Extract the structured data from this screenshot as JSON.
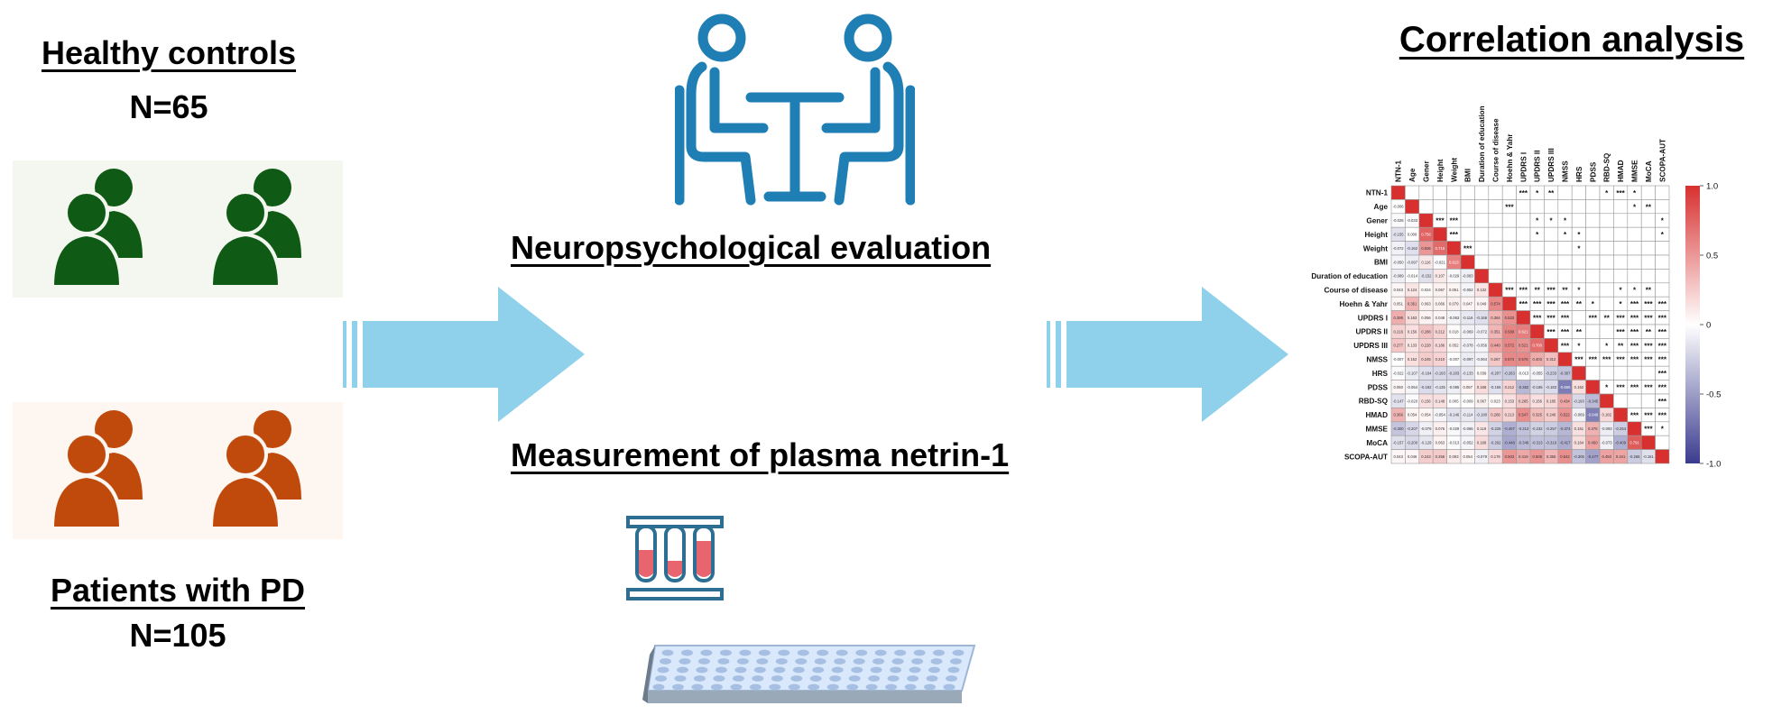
{
  "left": {
    "healthy": {
      "title": "Healthy controls",
      "count": "N=65"
    },
    "patients": {
      "title": "Patients with PD",
      "count": "N=105"
    }
  },
  "middle": {
    "neuro_title": "Neuropsychological evaluation",
    "measure_title": "Measurement of plasma netrin-1"
  },
  "right": {
    "title": "Correlation analysis",
    "variables": [
      "NTN-1",
      "Age",
      "Gener",
      "Height",
      "Weight",
      "BMI",
      "Duration of education",
      "Course of disease",
      "Hoehn & Yahr",
      "UPDRS I",
      "UPDRS II",
      "UPDRS III",
      "NMSS",
      "HRS",
      "PDSS",
      "RBD-SQ",
      "HMAD",
      "MMSE",
      "MoCA",
      "SCOPA-AUT"
    ],
    "colorbar_ticks": [
      "1.0",
      "0.5",
      "0",
      "-0.5",
      "-1.0"
    ]
  },
  "chart_data": {
    "type": "heatmap",
    "title": "Correlation analysis",
    "x": [
      "NTN-1",
      "Age",
      "Gener",
      "Height",
      "Weight",
      "BMI",
      "Duration of education",
      "Course of disease",
      "Hoehn & Yahr",
      "UPDRS I",
      "UPDRS II",
      "UPDRS III",
      "NMSS",
      "HRS",
      "PDSS",
      "RBD-SQ",
      "HMAD",
      "MMSE",
      "MoCA",
      "SCOPA-AUT"
    ],
    "y": [
      "NTN-1",
      "Age",
      "Gener",
      "Height",
      "Weight",
      "BMI",
      "Duration of education",
      "Course of disease",
      "Hoehn & Yahr",
      "UPDRS I",
      "UPDRS II",
      "UPDRS III",
      "NMSS",
      "HRS",
      "PDSS",
      "RBD-SQ",
      "HMAD",
      "MMSE",
      "MoCA",
      "SCOPA-AUT"
    ],
    "value_range": [
      -1.0,
      1.0
    ],
    "colorbar_ticks": [
      1.0,
      0.5,
      0,
      -0.5,
      -1.0
    ],
    "colors": {
      "positive": "#d7302f",
      "neutral": "#ffffff",
      "negative": "#3b3b8f"
    },
    "lower_triangle_values": [
      [],
      [
        -0.006
      ],
      [
        -0.025,
        -0.033
      ],
      [
        -0.155,
        0.009,
        0.756
      ],
      [
        -0.072,
        -0.162,
        0.506,
        0.716
      ],
      [
        -0.05,
        -0.097,
        0.116,
        -0.021,
        0.613
      ],
      [
        -0.089,
        -0.014,
        -0.152,
        0.107,
        -0.029,
        -0.083
      ],
      [
        0.043,
        0.124,
        0.024,
        0.067,
        0.051,
        -0.052,
        0.132
      ],
      [
        0.051,
        0.361,
        0.063,
        0.066,
        0.079,
        0.047,
        0.049,
        0.574
      ],
      [
        0.395,
        0.163,
        0.056,
        0.048,
        -0.063,
        -0.116,
        -0.166,
        0.364,
        0.533
      ],
      [
        0.216,
        0.156,
        0.288,
        0.212,
        0.018,
        -0.069,
        -0.072,
        0.351,
        0.589,
        0.621
      ],
      [
        0.277,
        0.133,
        0.228,
        0.186,
        0.052,
        -0.078,
        -0.056,
        0.44,
        0.572,
        0.521,
        0.7
      ],
      [
        -0.007,
        0.152,
        0.245,
        0.21,
        -0.007,
        -0.097,
        -0.064,
        0.267,
        0.574,
        0.576,
        0.403,
        0.312
      ],
      [
        -0.022,
        -0.107,
        -0.164,
        -0.193,
        -0.203,
        -0.133,
        0.039,
        -0.207,
        -0.263,
        -0.013,
        -0.055,
        -0.233,
        -0.307
      ],
      [
        0.05,
        -0.054,
        -0.182,
        -0.135,
        -0.085,
        0.057,
        0.168,
        -0.156,
        0.212,
        -0.362,
        -0.185,
        -0.183,
        -0.656,
        0.152
      ],
      [
        -0.147,
        -0.02,
        0.156,
        0.148,
        0.005,
        -0.009,
        0.067,
        0.023,
        0.153,
        0.265,
        0.156,
        0.185,
        0.434,
        -0.193,
        -0.345
      ],
      [
        0.366,
        0.054,
        0.054,
        -0.054,
        -0.146,
        -0.114,
        -0.18,
        0.266,
        0.213,
        0.547,
        0.325,
        0.246,
        0.522,
        -0.069,
        -0.649,
        0.182
      ],
      [
        -0.3,
        -0.207,
        -0.076,
        0.076,
        -0.029,
        -0.066,
        0.119,
        -0.226,
        -0.407,
        -0.313,
        -0.232,
        -0.257,
        -0.374,
        0.151,
        0.376,
        -0.093,
        -0.254
      ],
      [
        -0.157,
        -0.2,
        -0.129,
        0.063,
        -0.013,
        -0.052,
        0.168,
        -0.262,
        -0.448,
        -0.349,
        -0.313,
        -0.319,
        -0.417,
        0.164,
        0.45,
        -0.073,
        -0.409,
        0.791
      ],
      [
        0.043,
        0.046,
        0.243,
        0.256,
        0.093,
        0.054,
        -0.079,
        0.178,
        0.503,
        0.419,
        0.508,
        0.355,
        0.542,
        -0.305,
        -0.477,
        0.45,
        0.441,
        -0.266,
        -0.151
      ]
    ],
    "upper_triangle_significance": [
      {
        "row": "NTN-1",
        "col": "UPDRS I",
        "mark": "***"
      },
      {
        "row": "NTN-1",
        "col": "UPDRS II",
        "mark": "*"
      },
      {
        "row": "NTN-1",
        "col": "UPDRS III",
        "mark": "**"
      },
      {
        "row": "NTN-1",
        "col": "RBD-SQ",
        "mark": "*"
      },
      {
        "row": "NTN-1",
        "col": "HMAD",
        "mark": "***"
      },
      {
        "row": "NTN-1",
        "col": "MMSE",
        "mark": "*"
      },
      {
        "row": "Age",
        "col": "Hoehn & Yahr",
        "mark": "***"
      },
      {
        "row": "Age",
        "col": "MMSE",
        "mark": "*"
      },
      {
        "row": "Age",
        "col": "MoCA",
        "mark": "**"
      },
      {
        "row": "Gener",
        "col": "Height",
        "mark": "***"
      },
      {
        "row": "Gener",
        "col": "Weight",
        "mark": "***"
      },
      {
        "row": "Gener",
        "col": "UPDRS II",
        "mark": "*"
      },
      {
        "row": "Gener",
        "col": "UPDRS III",
        "mark": "*"
      },
      {
        "row": "Gener",
        "col": "NMSS",
        "mark": "*"
      },
      {
        "row": "Gener",
        "col": "SCOPA-AUT",
        "mark": "*"
      },
      {
        "row": "Height",
        "col": "Weight",
        "mark": "***"
      },
      {
        "row": "Height",
        "col": "UPDRS II",
        "mark": "*"
      },
      {
        "row": "Height",
        "col": "NMSS",
        "mark": "*"
      },
      {
        "row": "Height",
        "col": "HRS",
        "mark": "*"
      },
      {
        "row": "Height",
        "col": "SCOPA-AUT",
        "mark": "*"
      },
      {
        "row": "Weight",
        "col": "BMI",
        "mark": "***"
      },
      {
        "row": "Weight",
        "col": "HRS",
        "mark": "*"
      },
      {
        "row": "Course of disease",
        "col": "Hoehn & Yahr",
        "mark": "***"
      },
      {
        "row": "Course of disease",
        "col": "UPDRS I",
        "mark": "***"
      },
      {
        "row": "Course of disease",
        "col": "UPDRS II",
        "mark": "**"
      },
      {
        "row": "Course of disease",
        "col": "UPDRS III",
        "mark": "***"
      },
      {
        "row": "Course of disease",
        "col": "NMSS",
        "mark": "**"
      },
      {
        "row": "Course of disease",
        "col": "HRS",
        "mark": "*"
      },
      {
        "row": "Course of disease",
        "col": "HMAD",
        "mark": "*"
      },
      {
        "row": "Course of disease",
        "col": "MMSE",
        "mark": "*"
      },
      {
        "row": "Course of disease",
        "col": "MoCA",
        "mark": "**"
      },
      {
        "row": "Hoehn & Yahr",
        "col": "UPDRS I",
        "mark": "***"
      },
      {
        "row": "Hoehn & Yahr",
        "col": "UPDRS II",
        "mark": "***"
      },
      {
        "row": "Hoehn & Yahr",
        "col": "UPDRS III",
        "mark": "***"
      },
      {
        "row": "Hoehn & Yahr",
        "col": "NMSS",
        "mark": "***"
      },
      {
        "row": "Hoehn & Yahr",
        "col": "HRS",
        "mark": "**"
      },
      {
        "row": "Hoehn & Yahr",
        "col": "PDSS",
        "mark": "*"
      },
      {
        "row": "Hoehn & Yahr",
        "col": "HMAD",
        "mark": "*"
      },
      {
        "row": "Hoehn & Yahr",
        "col": "MMSE",
        "mark": "***"
      },
      {
        "row": "Hoehn & Yahr",
        "col": "MoCA",
        "mark": "***"
      },
      {
        "row": "Hoehn & Yahr",
        "col": "SCOPA-AUT",
        "mark": "***"
      },
      {
        "row": "UPDRS I",
        "col": "UPDRS II",
        "mark": "***"
      },
      {
        "row": "UPDRS I",
        "col": "UPDRS III",
        "mark": "***"
      },
      {
        "row": "UPDRS I",
        "col": "NMSS",
        "mark": "***"
      },
      {
        "row": "UPDRS I",
        "col": "PDSS",
        "mark": "***"
      },
      {
        "row": "UPDRS I",
        "col": "RBD-SQ",
        "mark": "**"
      },
      {
        "row": "UPDRS I",
        "col": "HMAD",
        "mark": "***"
      },
      {
        "row": "UPDRS I",
        "col": "MMSE",
        "mark": "***"
      },
      {
        "row": "UPDRS I",
        "col": "MoCA",
        "mark": "***"
      },
      {
        "row": "UPDRS I",
        "col": "SCOPA-AUT",
        "mark": "***"
      },
      {
        "row": "UPDRS II",
        "col": "UPDRS III",
        "mark": "***"
      },
      {
        "row": "UPDRS II",
        "col": "NMSS",
        "mark": "***"
      },
      {
        "row": "UPDRS II",
        "col": "HRS",
        "mark": "**"
      },
      {
        "row": "UPDRS II",
        "col": "HMAD",
        "mark": "***"
      },
      {
        "row": "UPDRS II",
        "col": "MMSE",
        "mark": "***"
      },
      {
        "row": "UPDRS II",
        "col": "MoCA",
        "mark": "**"
      },
      {
        "row": "UPDRS II",
        "col": "SCOPA-AUT",
        "mark": "***"
      },
      {
        "row": "UPDRS III",
        "col": "NMSS",
        "mark": "***"
      },
      {
        "row": "UPDRS III",
        "col": "HRS",
        "mark": "*"
      },
      {
        "row": "UPDRS III",
        "col": "RBD-SQ",
        "mark": "*"
      },
      {
        "row": "UPDRS III",
        "col": "HMAD",
        "mark": "**"
      },
      {
        "row": "UPDRS III",
        "col": "MMSE",
        "mark": "***"
      },
      {
        "row": "UPDRS III",
        "col": "MoCA",
        "mark": "***"
      },
      {
        "row": "UPDRS III",
        "col": "SCOPA-AUT",
        "mark": "***"
      },
      {
        "row": "NMSS",
        "col": "HRS",
        "mark": "***"
      },
      {
        "row": "NMSS",
        "col": "PDSS",
        "mark": "***"
      },
      {
        "row": "NMSS",
        "col": "RBD-SQ",
        "mark": "***"
      },
      {
        "row": "NMSS",
        "col": "HMAD",
        "mark": "***"
      },
      {
        "row": "NMSS",
        "col": "MMSE",
        "mark": "***"
      },
      {
        "row": "NMSS",
        "col": "MoCA",
        "mark": "***"
      },
      {
        "row": "NMSS",
        "col": "SCOPA-AUT",
        "mark": "***"
      },
      {
        "row": "HRS",
        "col": "SCOPA-AUT",
        "mark": "***"
      },
      {
        "row": "PDSS",
        "col": "RBD-SQ",
        "mark": "*"
      },
      {
        "row": "PDSS",
        "col": "HMAD",
        "mark": "***"
      },
      {
        "row": "PDSS",
        "col": "MMSE",
        "mark": "***"
      },
      {
        "row": "PDSS",
        "col": "MoCA",
        "mark": "***"
      },
      {
        "row": "PDSS",
        "col": "SCOPA-AUT",
        "mark": "***"
      },
      {
        "row": "RBD-SQ",
        "col": "SCOPA-AUT",
        "mark": "***"
      },
      {
        "row": "HMAD",
        "col": "MMSE",
        "mark": "***"
      },
      {
        "row": "HMAD",
        "col": "MoCA",
        "mark": "***"
      },
      {
        "row": "HMAD",
        "col": "SCOPA-AUT",
        "mark": "***"
      },
      {
        "row": "MMSE",
        "col": "MoCA",
        "mark": "***"
      },
      {
        "row": "MMSE",
        "col": "SCOPA-AUT",
        "mark": "*"
      }
    ]
  },
  "icons": {
    "healthy_people": "people-group-icon",
    "patient_people": "people-group-icon",
    "interview": "two-people-table-icon",
    "lab": "test-tubes-and-well-plate-icon",
    "arrows": "right-arrow-icon"
  },
  "colors": {
    "healthy": "#0f5a14",
    "patients": "#c04a0c",
    "arrow": "#8fd0ea",
    "interview_icon": "#1f7fb5",
    "tube_liquid": "#e8646e",
    "plate": "#b9d0f0"
  }
}
